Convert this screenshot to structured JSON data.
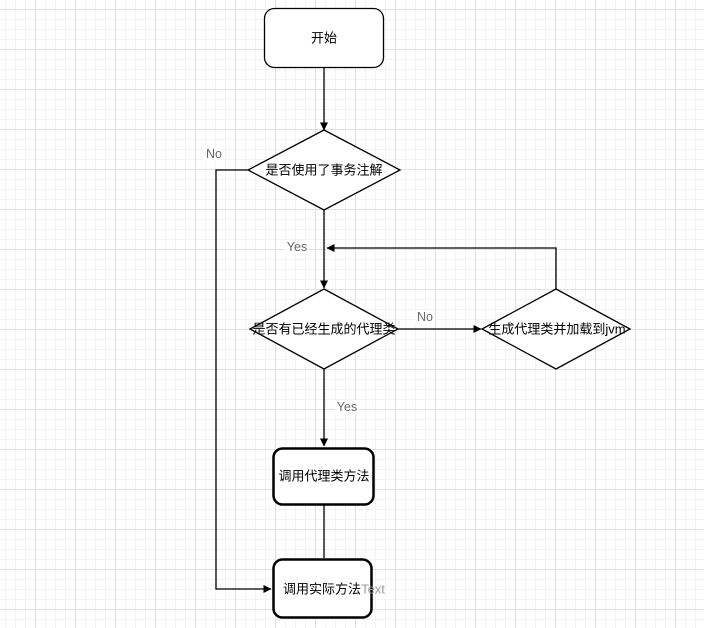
{
  "canvas": {
    "background_color": "#ffffff",
    "grid_minor_color": "#f3f3f3",
    "grid_major_color": "#e0e0e0"
  },
  "flowchart": {
    "stroke_color": "#000000",
    "node_label_color": "#000000",
    "edge_label_color": "#666666",
    "placeholder_color": "#9e9e9e",
    "nodes": {
      "start": {
        "type": "rounded-rect",
        "label": "开始"
      },
      "check_annotation": {
        "type": "decision",
        "label": "是否使用了事务注解"
      },
      "check_proxy": {
        "type": "decision",
        "label": "是否有已经生成的代理类"
      },
      "generate_proxy": {
        "type": "decision",
        "label": "生成代理类并加载到jvm"
      },
      "call_proxy": {
        "type": "process",
        "label": "调用代理类方法"
      },
      "call_actual": {
        "type": "process",
        "label": "调用实际方法"
      }
    },
    "edge_labels": {
      "annotation_no": "No",
      "annotation_yes": "Yes",
      "proxy_no": "No",
      "proxy_yes": "Yes"
    },
    "placeholder_text": "Text"
  }
}
